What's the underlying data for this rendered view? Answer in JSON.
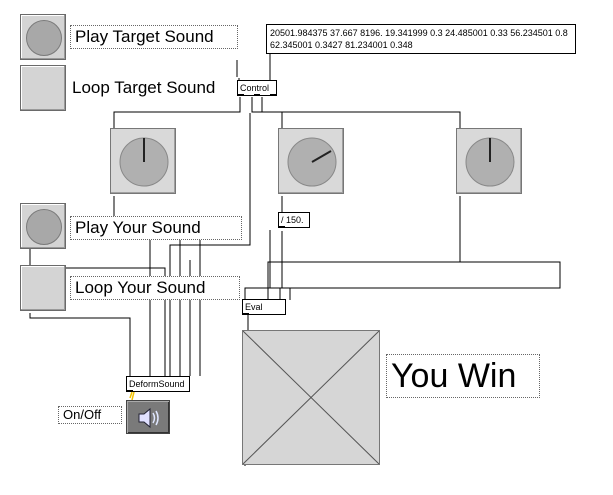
{
  "controls": {
    "play_target_label": "Play Target Sound",
    "loop_target_label": "Loop Target Sound",
    "play_your_label": "Play Your Sound",
    "loop_your_label": "Loop Your Sound",
    "onoff_label": "On/Off"
  },
  "objects": {
    "message_box": "20501.984375 37.667 8196. 19.341999 0.3 24.485001 0.33 56.234501 0.8 62.345001 0.3427 81.234001 0.348",
    "control": "Control",
    "divide": "/ 150.",
    "eval": "Eval",
    "deform_sound": "DeformSound"
  },
  "result": {
    "message": "You Win"
  },
  "dials": [
    {
      "name": "dial-left",
      "angle_deg": 0
    },
    {
      "name": "dial-middle",
      "angle_deg": 60
    },
    {
      "name": "dial-right",
      "angle_deg": 0
    }
  ],
  "icons": {
    "speaker": "speaker-icon"
  }
}
